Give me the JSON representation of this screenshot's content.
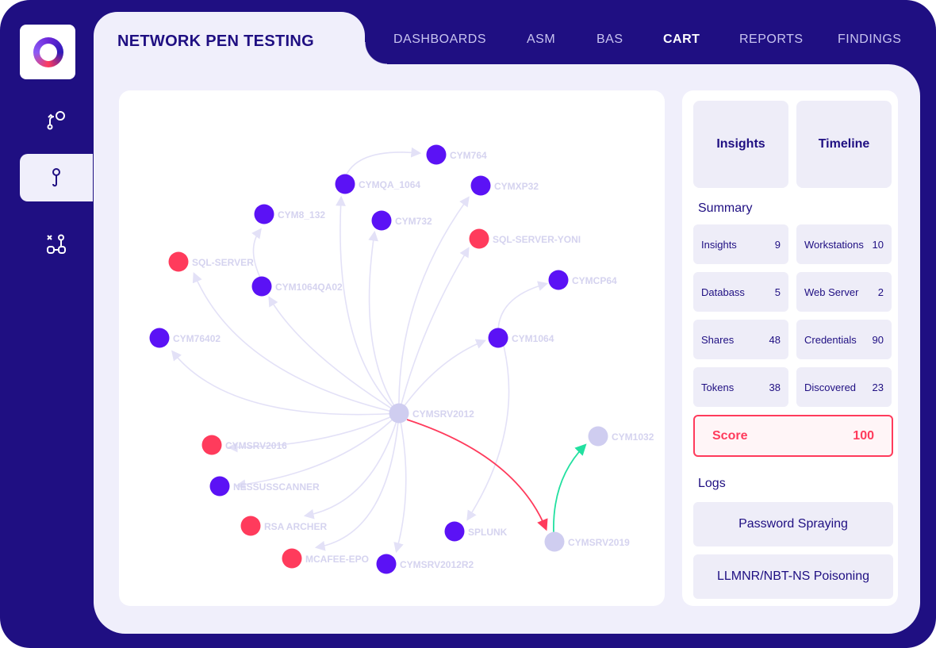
{
  "header": {
    "title": "NETWORK PEN TESTING"
  },
  "nav": [
    {
      "label": "DASHBOARDS"
    },
    {
      "label": "ASM"
    },
    {
      "label": "BAS"
    },
    {
      "label": "CART",
      "active": true
    },
    {
      "label": "REPORTS"
    },
    {
      "label": "FINDINGS"
    }
  ],
  "sidebar": {
    "icons": [
      "logo",
      "git-flow-icon",
      "path-icon",
      "exchange-icon"
    ]
  },
  "graph": {
    "center": "CYMSRV2012",
    "nodes": [
      {
        "name": "CYM764",
        "color": "purple"
      },
      {
        "name": "CYMQA_1064",
        "color": "purple"
      },
      {
        "name": "CYMXP32",
        "color": "purple"
      },
      {
        "name": "CYM8_132",
        "color": "purple"
      },
      {
        "name": "CYM732",
        "color": "purple"
      },
      {
        "name": "SQL-SERVER-YONI",
        "color": "red"
      },
      {
        "name": "SQL-SERVER",
        "color": "red"
      },
      {
        "name": "CYM1064QA02",
        "color": "purple"
      },
      {
        "name": "CYMCP64",
        "color": "purple"
      },
      {
        "name": "CYM76402",
        "color": "purple"
      },
      {
        "name": "CYM1064",
        "color": "purple"
      },
      {
        "name": "CYMSRV2012",
        "color": "light"
      },
      {
        "name": "CYM1032",
        "color": "light"
      },
      {
        "name": "CYMSRV2016",
        "color": "red"
      },
      {
        "name": "NESSUSSCANNER",
        "color": "purple"
      },
      {
        "name": "RSA ARCHER",
        "color": "red"
      },
      {
        "name": "SPLUNK",
        "color": "purple"
      },
      {
        "name": "CYMSRV2019",
        "color": "light"
      },
      {
        "name": "MCAFEE-EPO",
        "color": "red"
      },
      {
        "name": "CYMSRV2012R2",
        "color": "purple"
      }
    ],
    "colors": {
      "purple": "#5b12f5",
      "red": "#ff3b5c",
      "light": "#cfcdf0",
      "edge": "#e3e1f7",
      "attack": "#ff3b5c",
      "pivot": "#22e0a0"
    }
  },
  "panel": {
    "tabs": [
      "Insights",
      "Timeline"
    ],
    "summary_label": "Summary",
    "stats": [
      {
        "label": "Insights",
        "value": "9"
      },
      {
        "label": "Workstations",
        "value": "10"
      },
      {
        "label": "Databass",
        "value": "5"
      },
      {
        "label": "Web Server",
        "value": "2"
      },
      {
        "label": "Shares",
        "value": "48"
      },
      {
        "label": "Credentials",
        "value": "90"
      },
      {
        "label": "Tokens",
        "value": "38"
      },
      {
        "label": "Discovered",
        "value": "23"
      }
    ],
    "score": {
      "label": "Score",
      "value": "100"
    },
    "logs_label": "Logs",
    "logs": [
      "Password Spraying",
      "LLMNR/NBT-NS Poisoning"
    ]
  }
}
